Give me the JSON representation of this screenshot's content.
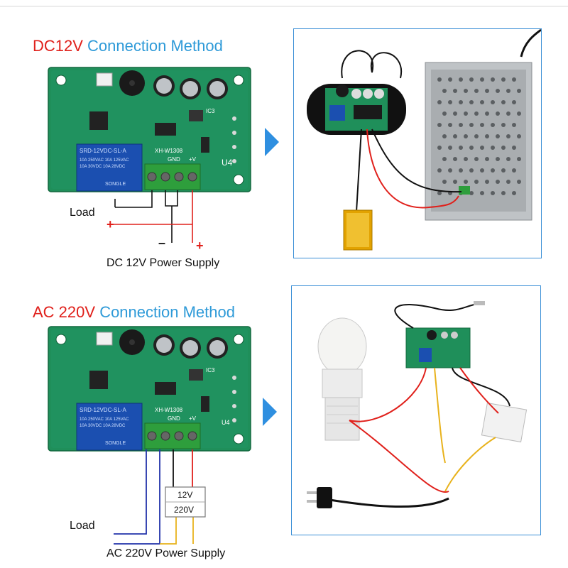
{
  "sections": [
    {
      "heading_voltage": "DC12V",
      "heading_method": "Connection Method",
      "load_label": "Load",
      "supply_label": "DC 12V Power Supply",
      "plus_sign": "+",
      "minus_sign": "–"
    },
    {
      "heading_voltage": "AC 220V",
      "heading_method": "Connection Method",
      "load_label": "Load",
      "supply_label": "AC 220V Power Supply",
      "converter_top": "12V",
      "converter_bottom": "220V"
    }
  ],
  "board": {
    "relay_model": "SRD-12VDC-SL-A",
    "relay_rating_1": "10A 250VAC  10A 125VAC",
    "relay_rating_2": "10A 30VDC  10A 28VDC",
    "brand": "SONGLE",
    "model": "XH-W1308",
    "gnd": "GND",
    "vplus": "+V",
    "u4": "U4",
    "ic3": "IC3"
  },
  "colors": {
    "heading_red": "#e0201b",
    "heading_blue": "#2e9ad8",
    "pcb_green": "#1f8f5a",
    "relay_blue": "#1b4fb0",
    "terminal_green": "#2e9e3c",
    "arrow_blue": "#2f8fe0"
  }
}
